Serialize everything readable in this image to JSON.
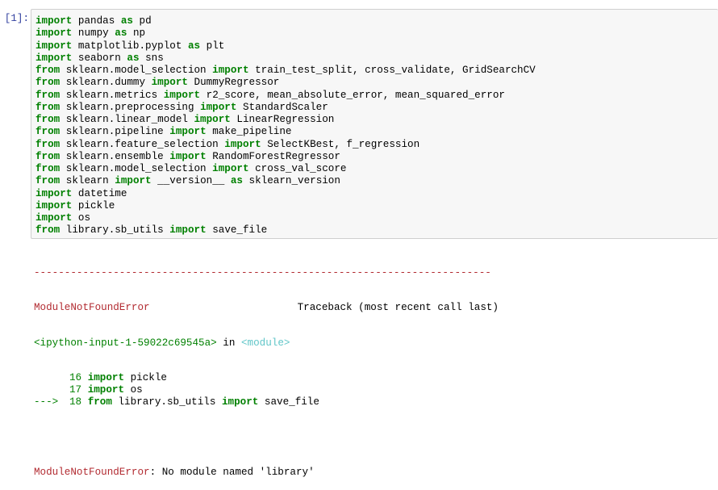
{
  "cell": {
    "prompt": "[1]:",
    "code_lines": [
      [
        {
          "t": "import",
          "k": 1
        },
        {
          "t": " pandas "
        },
        {
          "t": "as",
          "k": 1
        },
        {
          "t": " pd"
        }
      ],
      [
        {
          "t": "import",
          "k": 1
        },
        {
          "t": " numpy "
        },
        {
          "t": "as",
          "k": 1
        },
        {
          "t": " np"
        }
      ],
      [
        {
          "t": "import",
          "k": 1
        },
        {
          "t": " matplotlib.pyplot "
        },
        {
          "t": "as",
          "k": 1
        },
        {
          "t": " plt"
        }
      ],
      [
        {
          "t": "import",
          "k": 1
        },
        {
          "t": " seaborn "
        },
        {
          "t": "as",
          "k": 1
        },
        {
          "t": " sns"
        }
      ],
      [
        {
          "t": "from",
          "k": 1
        },
        {
          "t": " sklearn.model_selection "
        },
        {
          "t": "import",
          "k": 1
        },
        {
          "t": " train_test_split, cross_validate, GridSearchCV"
        }
      ],
      [
        {
          "t": "from",
          "k": 1
        },
        {
          "t": " sklearn.dummy "
        },
        {
          "t": "import",
          "k": 1
        },
        {
          "t": " DummyRegressor"
        }
      ],
      [
        {
          "t": "from",
          "k": 1
        },
        {
          "t": " sklearn.metrics "
        },
        {
          "t": "import",
          "k": 1
        },
        {
          "t": " r2_score, mean_absolute_error, mean_squared_error"
        }
      ],
      [
        {
          "t": "from",
          "k": 1
        },
        {
          "t": " sklearn.preprocessing "
        },
        {
          "t": "import",
          "k": 1
        },
        {
          "t": " StandardScaler"
        }
      ],
      [
        {
          "t": "from",
          "k": 1
        },
        {
          "t": " sklearn.linear_model "
        },
        {
          "t": "import",
          "k": 1
        },
        {
          "t": " LinearRegression"
        }
      ],
      [
        {
          "t": "from",
          "k": 1
        },
        {
          "t": " sklearn.pipeline "
        },
        {
          "t": "import",
          "k": 1
        },
        {
          "t": " make_pipeline"
        }
      ],
      [
        {
          "t": "from",
          "k": 1
        },
        {
          "t": " sklearn.feature_selection "
        },
        {
          "t": "import",
          "k": 1
        },
        {
          "t": " SelectKBest, f_regression"
        }
      ],
      [
        {
          "t": "from",
          "k": 1
        },
        {
          "t": " sklearn.ensemble "
        },
        {
          "t": "import",
          "k": 1
        },
        {
          "t": " RandomForestRegressor"
        }
      ],
      [
        {
          "t": "from",
          "k": 1
        },
        {
          "t": " sklearn.model_selection "
        },
        {
          "t": "import",
          "k": 1
        },
        {
          "t": " cross_val_score"
        }
      ],
      [
        {
          "t": "from",
          "k": 1
        },
        {
          "t": " sklearn "
        },
        {
          "t": "import",
          "k": 1
        },
        {
          "t": " __version__ "
        },
        {
          "t": "as",
          "k": 1
        },
        {
          "t": " sklearn_version"
        }
      ],
      [
        {
          "t": "import",
          "k": 1
        },
        {
          "t": " datetime"
        }
      ],
      [
        {
          "t": "import",
          "k": 1
        },
        {
          "t": " pickle"
        }
      ],
      [
        {
          "t": "import",
          "k": 1
        },
        {
          "t": " os"
        }
      ],
      [
        {
          "t": "from",
          "k": 1
        },
        {
          "t": " library.sb_utils "
        },
        {
          "t": "import",
          "k": 1
        },
        {
          "t": " save_file"
        }
      ]
    ]
  },
  "error": {
    "separator": "---------------------------------------------------------------------------",
    "error_name": "ModuleNotFoundError",
    "traceback_label": "Traceback (most recent call last)",
    "input_ref": "<ipython-input-1-59022c69545a>",
    "in_word": " in ",
    "module_ref": "<module>",
    "tb_lines": [
      {
        "arrow": "",
        "num": "16",
        "segments": [
          {
            "t": "import",
            "k": 1
          },
          {
            "t": " pickle"
          }
        ]
      },
      {
        "arrow": "",
        "num": "17",
        "segments": [
          {
            "t": "import",
            "k": 1
          },
          {
            "t": " os"
          }
        ]
      },
      {
        "arrow": "--->",
        "num": "18",
        "segments": [
          {
            "t": "from",
            "k": 1
          },
          {
            "t": " library"
          },
          {
            "t": "."
          },
          {
            "t": "sb_utils "
          },
          {
            "t": "import",
            "k": 1
          },
          {
            "t": " save_file"
          }
        ]
      }
    ],
    "final_name": "ModuleNotFoundError",
    "final_message": ": No module named 'library'"
  }
}
